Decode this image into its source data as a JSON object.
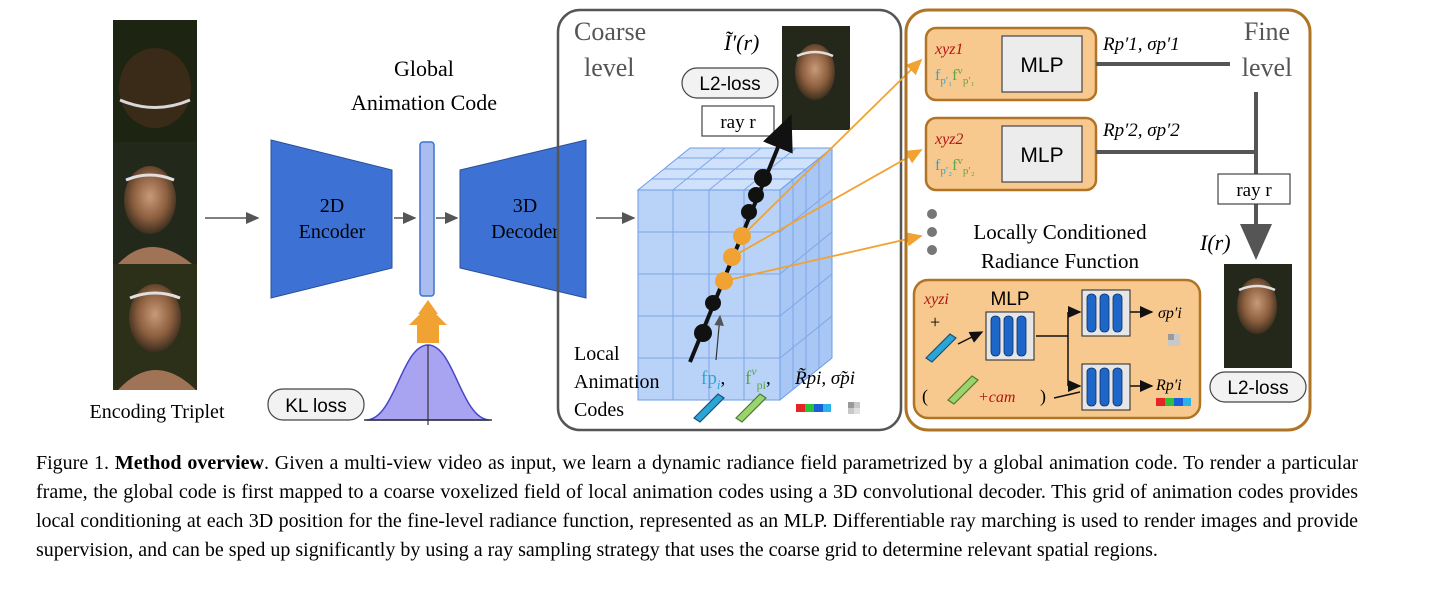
{
  "figure": {
    "encoding_triplet_label": "Encoding Triplet",
    "global_code_title_line1": "Global",
    "global_code_title_line2": "Animation Code",
    "encoder_line1": "2D",
    "encoder_line2": "Encoder",
    "decoder_line1": "3D",
    "decoder_line2": "Decoder",
    "kl_loss": "KL loss",
    "coarse_level_line1": "Coarse",
    "coarse_level_line2": "level",
    "rendered_label": "Ĩ′(r)",
    "l2_loss_coarse": "L2-loss",
    "ray_r_coarse": "ray r",
    "local_codes_line1": "Local",
    "local_codes_line2": "Animation",
    "local_codes_line3": "Codes",
    "feature_fp": "fp",
    "feature_fp_sub": "i",
    "feature_fv": "f",
    "feature_fv_sup": "v",
    "feature_fv_sub": "pi",
    "feature_R": "R̃pi, σ̃pi",
    "fine_level_line1": "Fine",
    "fine_level_line2": "level",
    "mlp_label": "MLP",
    "xyz1": "xyz1",
    "xyz2": "xyz2",
    "out1": "Rp′1, σp′1",
    "out2": "Rp′2, σp′2",
    "ray_r_fine": "ray r",
    "final_image_label": "I(r)",
    "l2_loss_fine": "L2-loss",
    "lcrf_line1": "Locally Conditioned",
    "lcrf_line2": "Radiance Function",
    "xyzi": "xyzi",
    "cam": "+cam",
    "sigma_out": "σp′i",
    "r_out": "Rp′i",
    "colors": {
      "blue_block": "#3d72d4",
      "code_bar": "#a9bdf0",
      "orange": "#f0a332",
      "fine_box_fill": "#f8c98f",
      "fine_border": "#b07424",
      "cube": "#b9d3f8",
      "gaussian": "#a9a4f1"
    }
  },
  "caption": {
    "prefix": "Figure 1. ",
    "bold": "Method overview",
    "text": ". Given a multi-view video as input, we learn a dynamic radiance field parametrized by a global animation code. To render a particular frame, the global code is first mapped to a coarse voxelized field of local animation codes using a 3D convolutional decoder. This grid of animation codes provides local conditioning at each 3D position for the fine-level radiance function, represented as an MLP. Differentiable ray marching is used to render images and provide supervision, and can be sped up significantly by using a ray sampling strategy that uses the coarse grid to determine relevant spatial regions."
  }
}
